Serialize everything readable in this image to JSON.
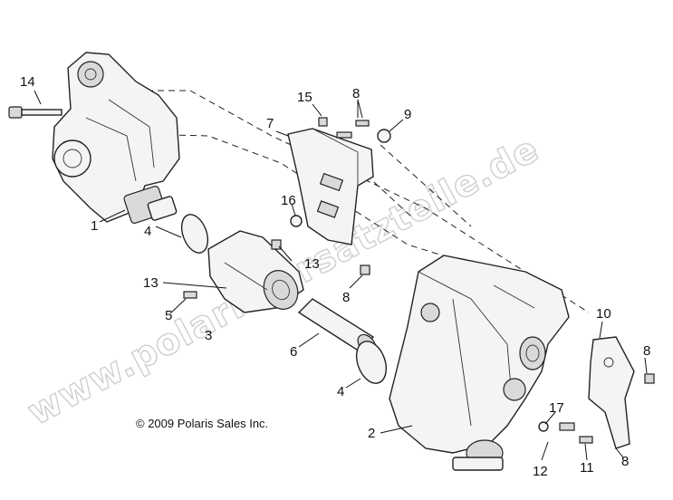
{
  "watermark": "www.polaris-ersatzteile.de",
  "copyright": "© 2009 Polaris Sales Inc.",
  "callouts": [
    {
      "id": "c14",
      "label": "14"
    },
    {
      "id": "c15",
      "label": "15"
    },
    {
      "id": "c8a",
      "label": "8"
    },
    {
      "id": "c9",
      "label": "9"
    },
    {
      "id": "c7",
      "label": "7"
    },
    {
      "id": "c16",
      "label": "16"
    },
    {
      "id": "c1",
      "label": "1"
    },
    {
      "id": "c4a",
      "label": "4"
    },
    {
      "id": "c13a",
      "label": "13"
    },
    {
      "id": "c8b",
      "label": "8"
    },
    {
      "id": "c13b",
      "label": "13"
    },
    {
      "id": "c5",
      "label": "5"
    },
    {
      "id": "c3",
      "label": "3"
    },
    {
      "id": "c6",
      "label": "6"
    },
    {
      "id": "c4b",
      "label": "4"
    },
    {
      "id": "c10",
      "label": "10"
    },
    {
      "id": "c8c",
      "label": "8"
    },
    {
      "id": "c17",
      "label": "17"
    },
    {
      "id": "c2",
      "label": "2"
    },
    {
      "id": "c12",
      "label": "12"
    },
    {
      "id": "c11",
      "label": "11"
    },
    {
      "id": "c8d",
      "label": "8"
    }
  ]
}
